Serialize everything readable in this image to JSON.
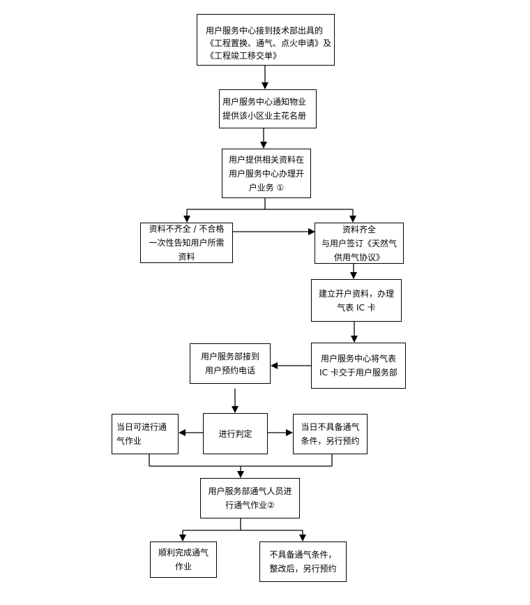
{
  "nodes": {
    "n1": "用户服务中心接到技术部出具的\n《工程置换、通气、点火申请》及\n《工程竣工移交单》",
    "n2": "用户服务中心通知物业\n提供该小区业主花名册",
    "n3": "用户提供相关资料在\n用户服务中心办理开\n户业务 ①",
    "n4": "资料不齐全 / 不合格\n一次性告知用户所需\n资料",
    "n5": "资料齐全\n与用户签订《天然气\n供用气协议》",
    "n6": "建立开户资料，办理\n气表 IC 卡",
    "n7": "用户服务中心将气表\nIC 卡交于用户服务部",
    "n8": "用户服务部接到\n用户预约电话",
    "n9": "进行判定",
    "n10": "当日可进行通\n气作业",
    "n11": "当日不具备通气\n条件，另行预约",
    "n12": "用户服务部通气人员进\n行通气作业②",
    "n13": "顺利完成通气\n作业",
    "n14": "不具备通气条件，\n整改后，另行预约"
  }
}
